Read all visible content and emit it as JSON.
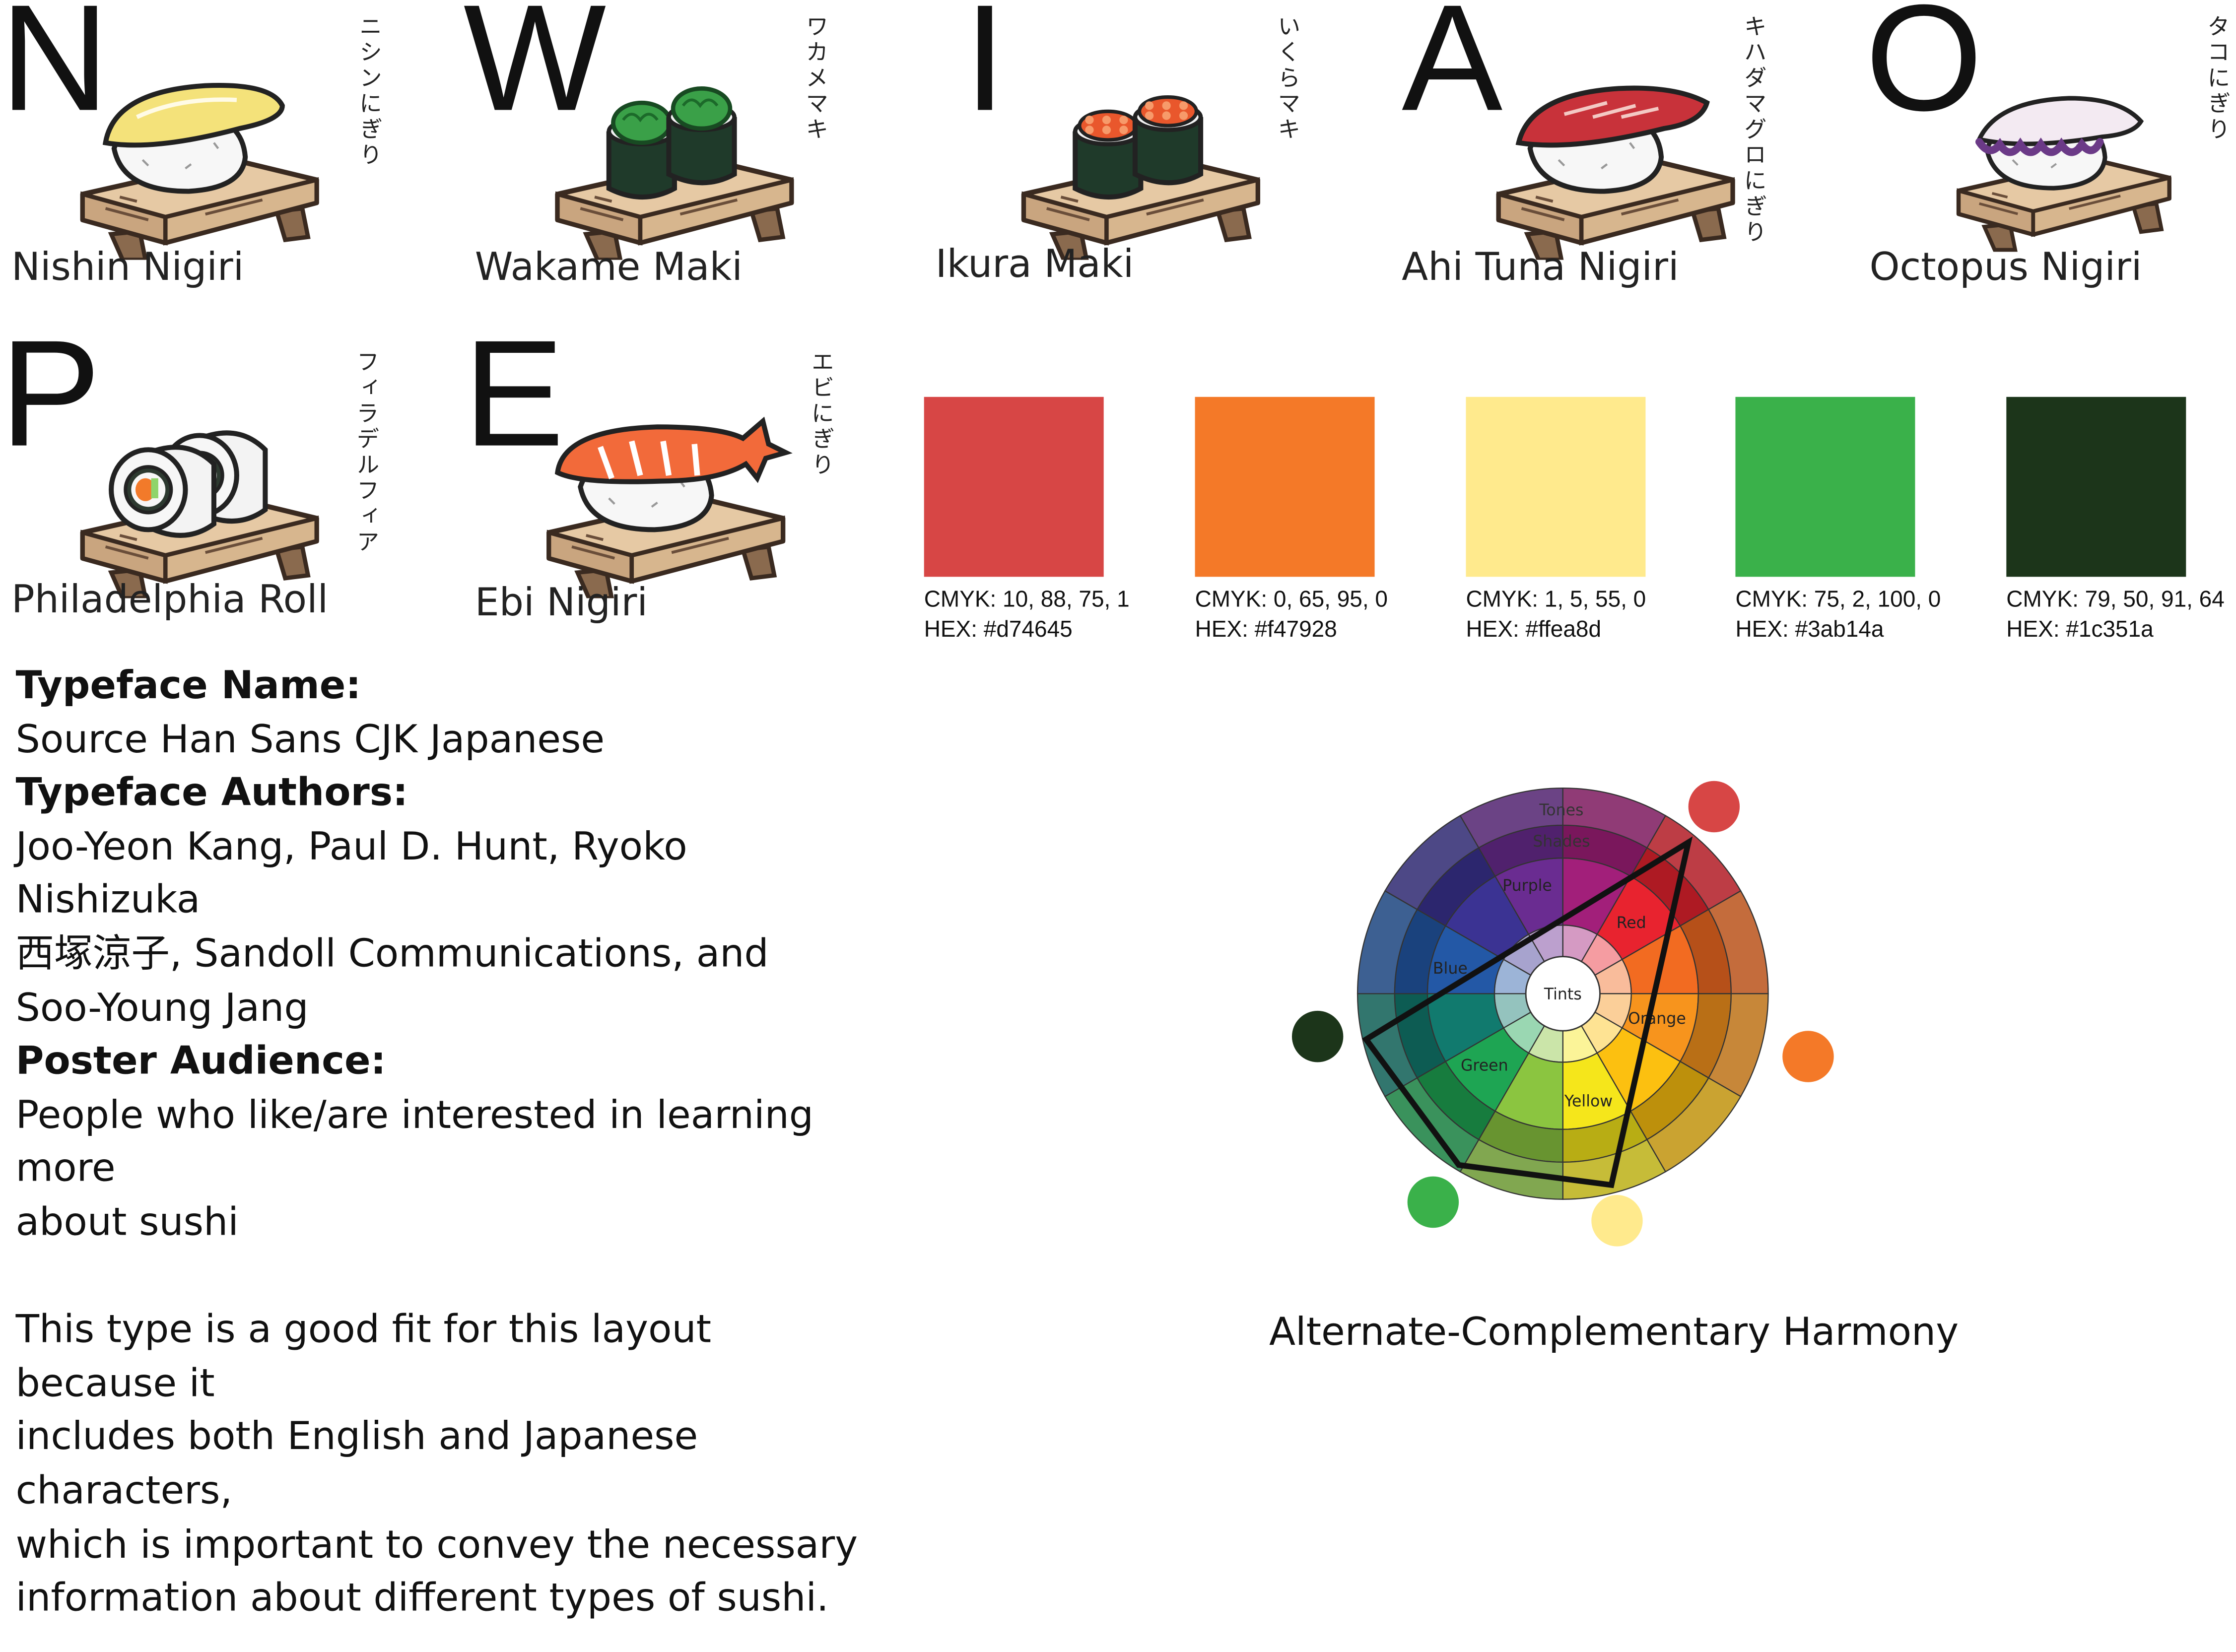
{
  "sushi": [
    {
      "letter": "N",
      "name": "Nishin Nigiri",
      "jp": "ニシンにぎり",
      "kind": "nigiri-herring"
    },
    {
      "letter": "W",
      "name": "Wakame Maki",
      "jp": "ワカメマキ",
      "kind": "maki-seaweed"
    },
    {
      "letter": "I",
      "name": "Ikura Maki",
      "jp": "いくらマキ",
      "kind": "maki-roe"
    },
    {
      "letter": "A",
      "name": "Ahi Tuna Nigiri",
      "jp": "キハダマグロにぎり",
      "kind": "nigiri-tuna"
    },
    {
      "letter": "O",
      "name": "Octopus Nigiri",
      "jp": "タコにぎり",
      "kind": "nigiri-octopus"
    },
    {
      "letter": "P",
      "name": "Philadelphia Roll",
      "jp": "フィラデルフィア",
      "kind": "roll"
    },
    {
      "letter": "E",
      "name": "Ebi Nigiri",
      "jp": "エビにぎり",
      "kind": "nigiri-shrimp"
    }
  ],
  "palette": [
    {
      "color": "#d74645",
      "cmyk": "CMYK: 10, 88, 75, 1",
      "hex": "HEX: #d74645"
    },
    {
      "color": "#f47928",
      "cmyk": "CMYK: 0, 65, 95, 0",
      "hex": "HEX: #f47928"
    },
    {
      "color": "#ffea8d",
      "cmyk": "CMYK: 1, 5, 55, 0",
      "hex": "HEX: #ffea8d"
    },
    {
      "color": "#3ab14a",
      "cmyk": "CMYK: 75, 2, 100, 0",
      "hex": "HEX: #3ab14a"
    },
    {
      "color": "#1c351a",
      "cmyk": "CMYK: 79, 50, 91, 64",
      "hex": "HEX: #1c351a"
    }
  ],
  "typeface": {
    "name_heading": "Typeface Name:",
    "name": "Source Han Sans CJK Japanese",
    "authors_heading": "Typeface Authors:",
    "authors_line1": "Joo-Yeon Kang, Paul D. Hunt, Ryoko Nishizuka",
    "authors_line2": "西塚涼子, Sandoll Communications, and",
    "authors_line3": "Soo-Young Jang",
    "audience_heading": "Poster Audience:",
    "audience_line1": "People who like/are interested in learning more",
    "audience_line2": "about sushi",
    "fit_line1": "This type is a good fit for this layout because it",
    "fit_line2": "includes both English and Japanese characters,",
    "fit_line3": "which is important to convey the necessary",
    "fit_line4": "information about different types of sushi."
  },
  "wheel": {
    "labels": {
      "tones": "Tones",
      "shades": "Shades",
      "tints": "Tints",
      "purple": "Purple",
      "red": "Red",
      "blue": "Blue",
      "orange": "Orange",
      "green": "Green",
      "yellow": "Yellow"
    },
    "harmony_label": "Alternate-Complementary Harmony"
  }
}
